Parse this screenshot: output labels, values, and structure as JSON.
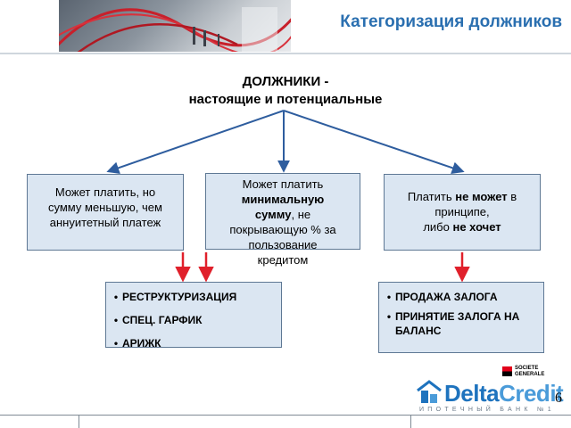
{
  "header": {
    "title": "Категоризация должников"
  },
  "heading": {
    "line1": "ДОЛЖНИКИ -",
    "line2": "настоящие и потенциальные"
  },
  "boxes": {
    "left": {
      "line1": "Может платить, но",
      "line2": "сумму меньшую, чем",
      "line3": "аннуитетный платеж"
    },
    "center": {
      "line1": "Может платить",
      "line2": "минимальную",
      "line3_bold": "сумму",
      "line3_rest": ", не",
      "line4": "покрывающую % за",
      "line5": "пользование",
      "line6": "кредитом"
    },
    "right": {
      "line1_pre": "Платить ",
      "line1_bold": "не может",
      "line1_post": " в",
      "line2": "принципе,",
      "line3_pre": "либо ",
      "line3_bold": "не хочет"
    }
  },
  "lists": {
    "left": [
      "РЕСТРУКТУРИЗАЦИЯ",
      "СПЕЦ. ГАРФИК",
      "АРИЖК"
    ],
    "right": [
      "ПРОДАЖА ЗАЛОГА",
      "ПРИНЯТИЕ ЗАЛОГА НА БАЛАНС"
    ]
  },
  "bullet": "•",
  "logos": {
    "sg_line1": "SOCIETE",
    "sg_line2": "GENERALE",
    "dc_name_a": "Delta",
    "dc_name_b": "Credit",
    "dc_tagline": "ИПОТЕЧНЫЙ БАНК №1"
  },
  "footer": {
    "page_number": "6"
  },
  "colors": {
    "title": "#2a6fb0",
    "box_fill": "#dbe6f2",
    "box_border": "#5e7894",
    "blue_arrow": "#2e5d9e",
    "red_arrow": "#e0202b"
  }
}
